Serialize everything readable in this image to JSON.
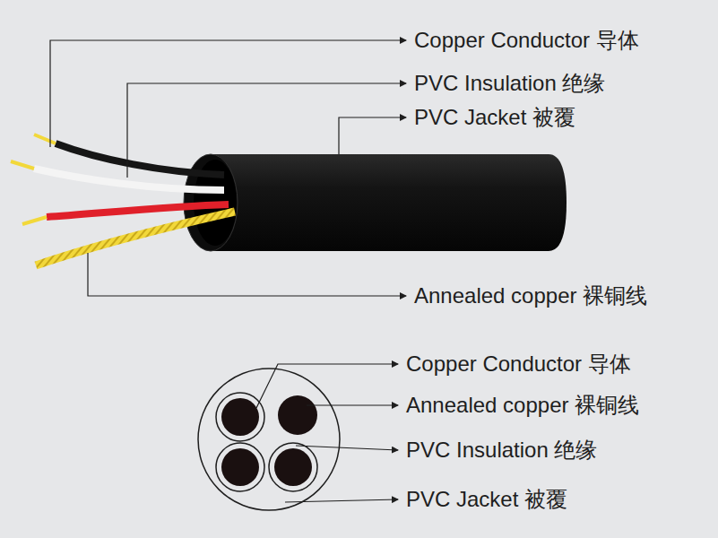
{
  "diagram": {
    "labels": [
      "Copper Conductor 导体",
      "PVC Insulation 绝缘",
      "PVC Jacket 被覆",
      "Annealed copper 裸铜线",
      "Copper Conductor 导体",
      "Annealed copper 裸铜线",
      "PVC Insulation 绝缘",
      "PVC Jacket 被覆"
    ]
  }
}
